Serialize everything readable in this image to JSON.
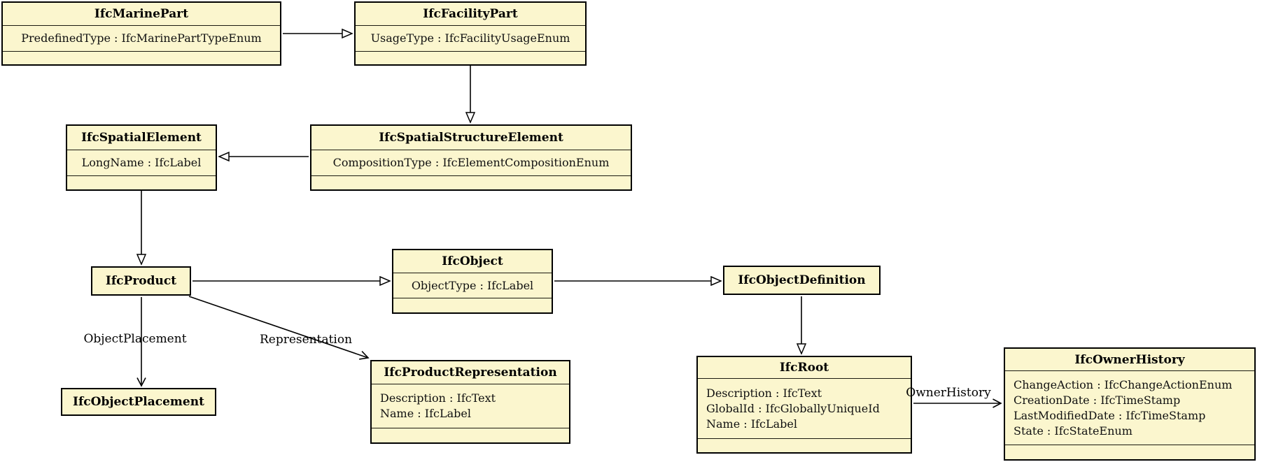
{
  "diagram": {
    "kind": "uml-class-diagram",
    "colors": {
      "class_fill": "#fbf6ce",
      "class_border": "#000000",
      "edge_line": "#000000",
      "background": "#ffffff"
    }
  },
  "classes": {
    "marine_part": {
      "name": "IfcMarinePart",
      "attributes": [
        "PredefinedType : IfcMarinePartTypeEnum"
      ]
    },
    "facility_part": {
      "name": "IfcFacilityPart",
      "attributes": [
        "UsageType : IfcFacilityUsageEnum"
      ]
    },
    "spatial_element": {
      "name": "IfcSpatialElement",
      "attributes": [
        "LongName : IfcLabel"
      ]
    },
    "spatial_structure_element": {
      "name": "IfcSpatialStructureElement",
      "attributes": [
        "CompositionType : IfcElementCompositionEnum"
      ]
    },
    "product": {
      "name": "IfcProduct",
      "attributes": []
    },
    "object": {
      "name": "IfcObject",
      "attributes": [
        "ObjectType : IfcLabel"
      ]
    },
    "object_definition": {
      "name": "IfcObjectDefinition",
      "attributes": []
    },
    "product_representation": {
      "name": "IfcProductRepresentation",
      "attributes": [
        "Description : IfcText",
        "Name : IfcLabel"
      ]
    },
    "object_placement": {
      "name": "IfcObjectPlacement",
      "attributes": []
    },
    "root": {
      "name": "IfcRoot",
      "attributes": [
        "Description : IfcText",
        "GlobalId : IfcGloballyUniqueId",
        "Name : IfcLabel"
      ]
    },
    "owner_history": {
      "name": "IfcOwnerHistory",
      "attributes": [
        "ChangeAction : IfcChangeActionEnum",
        "CreationDate : IfcTimeStamp",
        "LastModifiedDate : IfcTimeStamp",
        "State : IfcStateEnum"
      ]
    }
  },
  "edges": {
    "labels": {
      "object_placement": "ObjectPlacement",
      "representation": "Representation",
      "owner_history": "OwnerHistory"
    },
    "generalizations": [
      {
        "from": "IfcMarinePart",
        "to": "IfcFacilityPart"
      },
      {
        "from": "IfcFacilityPart",
        "to": "IfcSpatialStructureElement"
      },
      {
        "from": "IfcSpatialStructureElement",
        "to": "IfcSpatialElement"
      },
      {
        "from": "IfcSpatialElement",
        "to": "IfcProduct"
      },
      {
        "from": "IfcProduct",
        "to": "IfcObject"
      },
      {
        "from": "IfcObject",
        "to": "IfcObjectDefinition"
      },
      {
        "from": "IfcObjectDefinition",
        "to": "IfcRoot"
      }
    ],
    "associations": [
      {
        "from": "IfcProduct",
        "to": "IfcObjectPlacement",
        "label": "ObjectPlacement"
      },
      {
        "from": "IfcProduct",
        "to": "IfcProductRepresentation",
        "label": "Representation"
      },
      {
        "from": "IfcRoot",
        "to": "IfcOwnerHistory",
        "label": "OwnerHistory"
      }
    ]
  }
}
